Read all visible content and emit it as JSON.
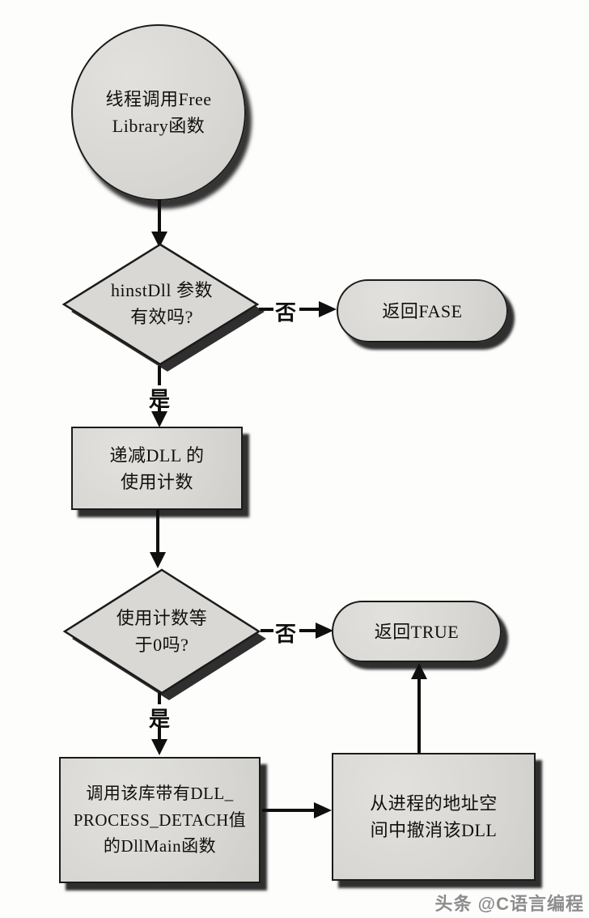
{
  "palette": {
    "node_fill": "#d9d8d4",
    "node_border": "#1b1b1b",
    "shadow": "#161616",
    "arrow": "#0f0f0f",
    "watermark_color": "#8d8d8d",
    "background": "#fdfdfc"
  },
  "nodes": {
    "start": {
      "type": "circle",
      "label": "线程调用Free\nLibrary函数"
    },
    "decision_hinstdll": {
      "type": "diamond",
      "label": "hinstDll 参数\n有效吗?"
    },
    "return_fase": {
      "type": "terminator",
      "label": "返回FASE"
    },
    "decrement_count": {
      "type": "process",
      "label": "递减DLL 的\n使用计数"
    },
    "decision_count_zero": {
      "type": "diamond",
      "label": "使用计数等\n于0吗?"
    },
    "return_true": {
      "type": "terminator",
      "label": "返回TRUE"
    },
    "call_dllmain": {
      "type": "process",
      "label": "调用该库带有DLL_\nPROCESS_DETACH值\n的DllMain函数"
    },
    "unmap_dll": {
      "type": "process",
      "label": "从进程的地址空\n间中撤消该DLL"
    }
  },
  "edge_labels": {
    "no1": "否",
    "yes1": "是",
    "no2": "否",
    "yes2": "是"
  },
  "watermark": "头条 @C语言编程"
}
